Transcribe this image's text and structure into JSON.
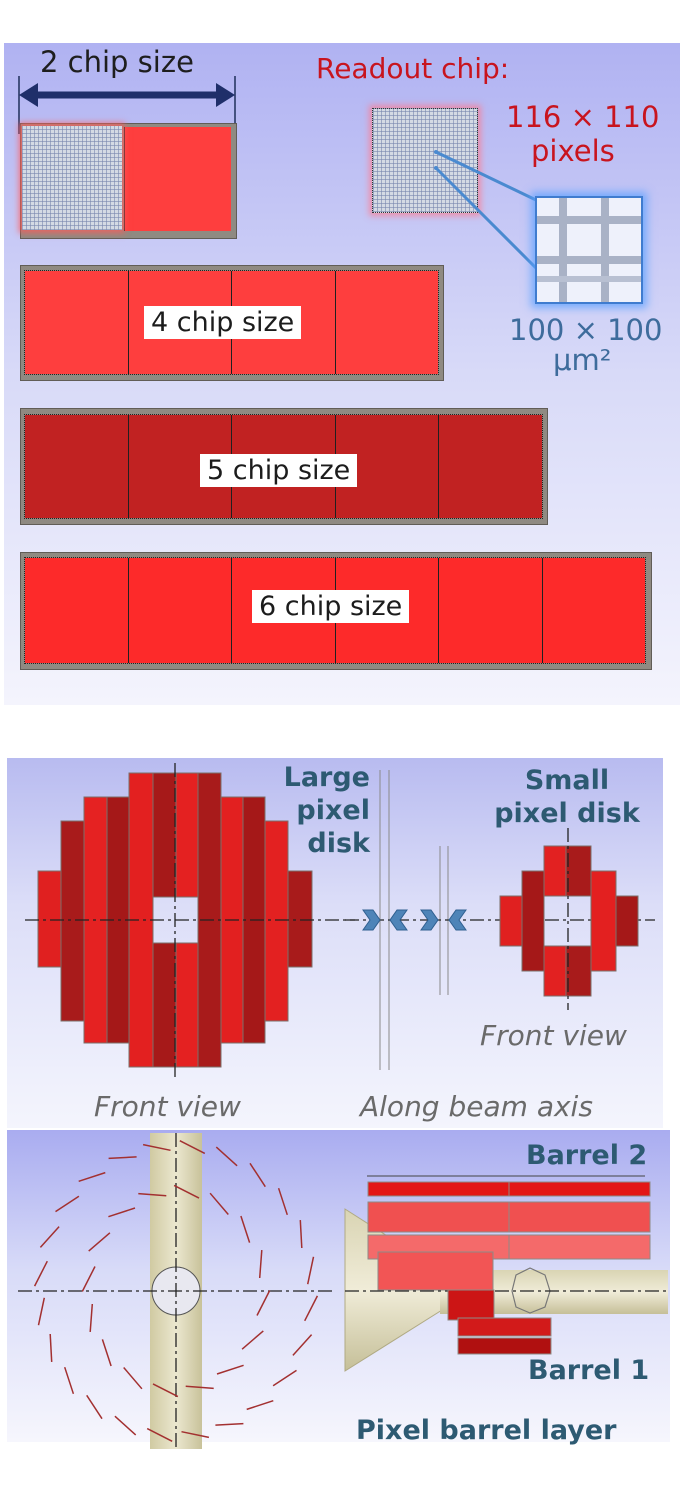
{
  "top": {
    "two_chip_label": "2 chip size",
    "readout_title": "Readout chip:",
    "pixel_count": "116 × 110",
    "pixels_word": "pixels",
    "pixel_size": "100 × 100",
    "pixel_unit": "μm²",
    "modules": [
      {
        "label": "4 chip size",
        "chips": 4
      },
      {
        "label": "5 chip size",
        "chips": 5
      },
      {
        "label": "6 chip size",
        "chips": 6
      }
    ]
  },
  "disks": {
    "large_disk_label": "Large pixel disk",
    "small_disk_label": "Small pixel disk",
    "front_view_label": "Front view",
    "front_view_small_label": "Front view",
    "beam_axis_label": "Along beam axis"
  },
  "barrel": {
    "barrel2_label": "Barrel 2",
    "barrel1_label": "Barrel 1",
    "layer_label": "Pixel barrel layer"
  },
  "colors": {
    "chip_red": "#fe3e3e",
    "chip_dark_red": "#c12222",
    "label_red": "#c8141e",
    "label_blue": "#3e6c9c",
    "label_teal": "#2d5a72",
    "tray_gray": "#8f8a82",
    "beam_pipe": "#dcd7b6"
  }
}
